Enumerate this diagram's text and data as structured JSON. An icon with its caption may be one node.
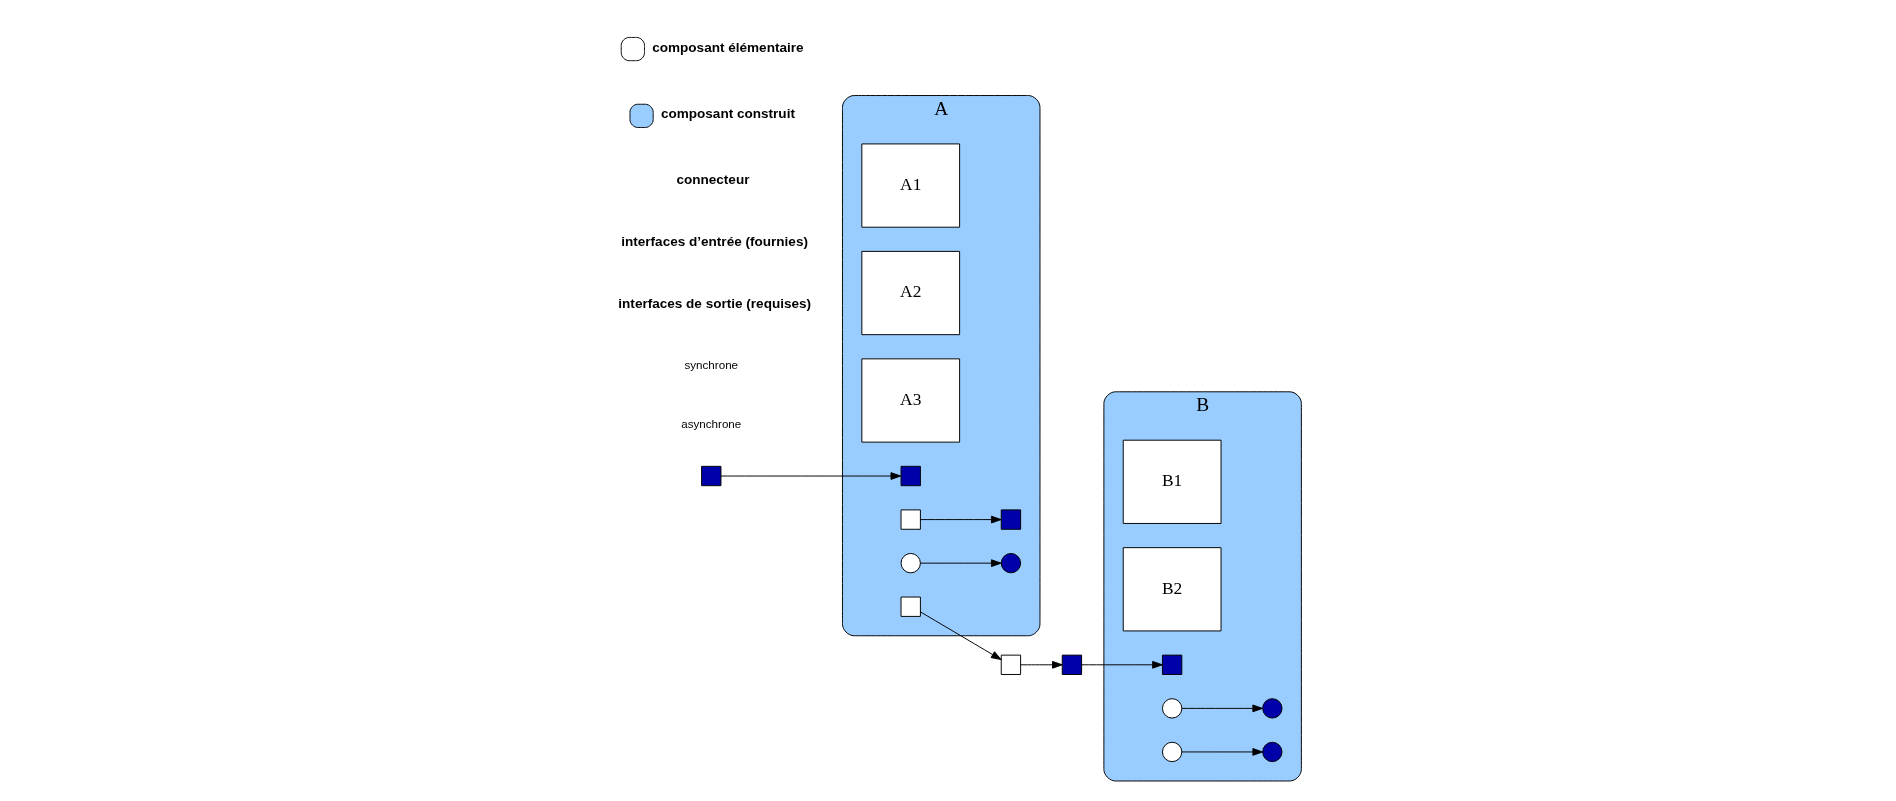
{
  "diagram": {
    "nodes": [
      {
        "text": [
          "A"
        ]
      },
      {
        "text": [
          "A1"
        ],
        "in": 0
      },
      {
        "text": [
          "A2"
        ],
        "in": 0
      },
      {
        "text": [
          "A3"
        ],
        "in": 0
      },
      {
        "text": [
          "B"
        ]
      },
      {
        "text": [
          "B1"
        ],
        "in": 4
      },
      {
        "text": [
          "B2"
        ],
        "in": 4
      },
      {
        "text": [],
        "shape": "box"
      },
      {
        "text": [],
        "shape": "box",
        "in": 0
      },
      {
        "text": [],
        "shape": "box",
        "in": 0
      },
      {
        "text": [],
        "shape": "circle",
        "in": 0
      },
      {
        "text": [],
        "shape": "box",
        "in": 0
      },
      {
        "text": [],
        "shape": "circle",
        "in": 0
      },
      {
        "text": [],
        "shape": "box",
        "in": 0
      },
      {
        "text": [],
        "shape": "box"
      },
      {
        "text": [],
        "shape": "box"
      },
      {
        "text": [],
        "shape": "box",
        "in": 4
      },
      {
        "text": [],
        "shape": "circle",
        "in": 4
      },
      {
        "text": [],
        "shape": "circle",
        "in": 4
      },
      {
        "text": [],
        "shape": "circle",
        "in": 4
      },
      {
        "text": [],
        "shape": "circle",
        "in": 4
      }
    ],
    "edges": [
      {
        "from": 7,
        "to": 8,
        "arrow": "to"
      },
      {
        "from": 9,
        "to": 11,
        "arrow": "to"
      },
      {
        "from": 10,
        "to": 12,
        "arrow": "to"
      },
      {
        "from": 13,
        "to": 14,
        "arrow": "to"
      },
      {
        "from": 14,
        "to": 15,
        "arrow": "to"
      },
      {
        "from": 15,
        "to": 16,
        "arrow": "to"
      },
      {
        "from": 17,
        "to": 19,
        "arrow": "to"
      },
      {
        "from": 18,
        "to": 20,
        "arrow": "to"
      }
    ],
    "labels": [
      "synchrone",
      "asynchrone"
    ],
    "legend": [
      {
        "text": "composant élémentaire",
        "color": "#ffffff"
      },
      {
        "text": "composant construit",
        "color": "#99ccff"
      },
      {
        "text": "connecteur"
      },
      {
        "text": "interfaces d’entrée (fournies)"
      },
      {
        "text": "interfaces de sortie (requises)"
      }
    ]
  }
}
